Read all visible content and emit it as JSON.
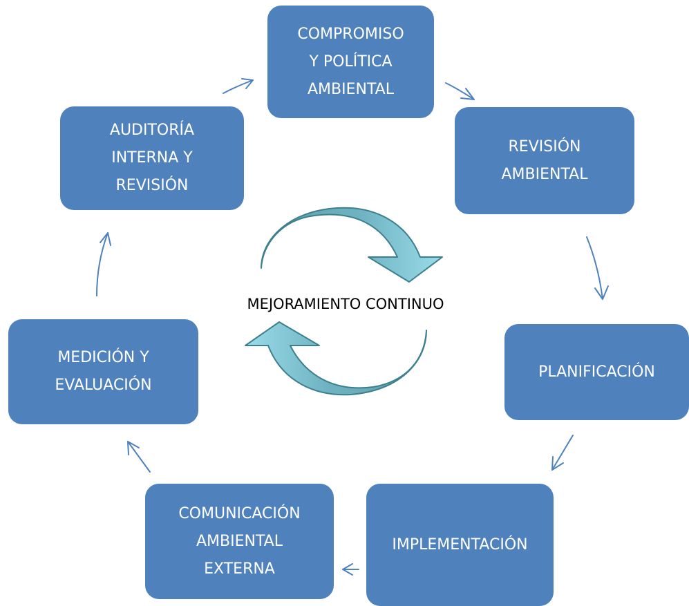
{
  "colors": {
    "box_fill": "#4f81bd",
    "box_text": "#ffffff",
    "connector": "#4f81bd",
    "cycle_arrow_light": "#8fd3e3",
    "cycle_arrow_dark": "#5f9ea8",
    "label_text": "#000000"
  },
  "nodes": [
    {
      "id": "compromiso",
      "lines": [
        "COMPROMISO",
        "Y POLÍTICA",
        "AMBIENTAL"
      ]
    },
    {
      "id": "revision",
      "lines": [
        "REVISIÓN",
        "AMBIENTAL"
      ]
    },
    {
      "id": "planificacion",
      "lines": [
        "PLANIFICACIÓN"
      ]
    },
    {
      "id": "implementacion",
      "lines": [
        "IMPLEMENTACIÓN"
      ]
    },
    {
      "id": "comunicacion",
      "lines": [
        "COMUNICACIÓN",
        "AMBIENTAL",
        "EXTERNA"
      ]
    },
    {
      "id": "medicion",
      "lines": [
        "MEDICIÓN Y",
        "EVALUACIÓN"
      ]
    },
    {
      "id": "auditoria",
      "lines": [
        "AUDITORÍA",
        "INTERNA Y",
        "REVISIÓN"
      ]
    }
  ],
  "connectors": [
    {
      "from": "compromiso",
      "to": "revision"
    },
    {
      "from": "revision",
      "to": "planificacion"
    },
    {
      "from": "planificacion",
      "to": "implementacion"
    },
    {
      "from": "implementacion",
      "to": "comunicacion"
    },
    {
      "from": "comunicacion",
      "to": "medicion"
    },
    {
      "from": "medicion",
      "to": "auditoria"
    },
    {
      "from": "auditoria",
      "to": "compromiso"
    }
  ],
  "center": {
    "label": "MEJORAMIENTO CONTINUO",
    "icon": "cycle-arrows-icon"
  }
}
